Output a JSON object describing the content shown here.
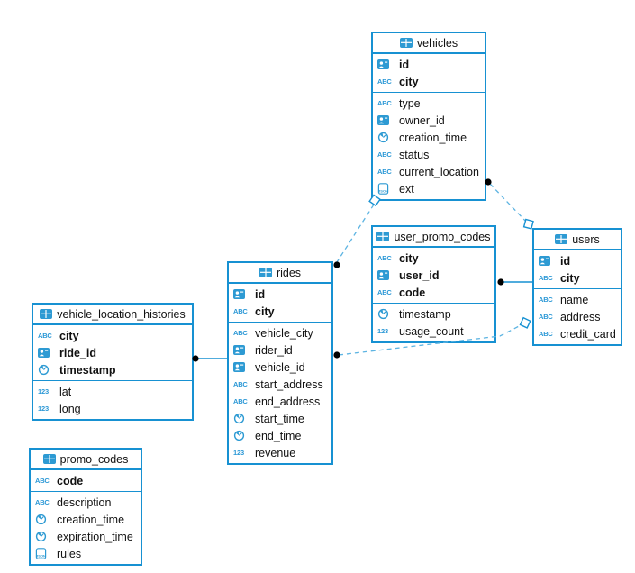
{
  "icon_labels": {
    "string": "ABC",
    "number": "123",
    "json": "JSON"
  },
  "colors": {
    "accent": "#1791d2",
    "relationship_dashed": "#5db4e2",
    "relationship_solid": "#1791d2",
    "icon_blue": "#2d9ad3",
    "marker_fill": "#ffffff",
    "dot": "#000000"
  },
  "tables": [
    {
      "name": "vehicles",
      "key_fields": [
        {
          "name": "id",
          "type": "id"
        },
        {
          "name": "city",
          "type": "string"
        }
      ],
      "fields": [
        {
          "name": "type",
          "type": "string"
        },
        {
          "name": "owner_id",
          "type": "id"
        },
        {
          "name": "creation_time",
          "type": "timestamp"
        },
        {
          "name": "status",
          "type": "string"
        },
        {
          "name": "current_location",
          "type": "string"
        },
        {
          "name": "ext",
          "type": "json"
        }
      ]
    },
    {
      "name": "user_promo_codes",
      "key_fields": [
        {
          "name": "city",
          "type": "string"
        },
        {
          "name": "user_id",
          "type": "id"
        },
        {
          "name": "code",
          "type": "string"
        }
      ],
      "fields": [
        {
          "name": "timestamp",
          "type": "timestamp"
        },
        {
          "name": "usage_count",
          "type": "number"
        }
      ]
    },
    {
      "name": "users",
      "key_fields": [
        {
          "name": "id",
          "type": "id"
        },
        {
          "name": "city",
          "type": "string"
        }
      ],
      "fields": [
        {
          "name": "name",
          "type": "string"
        },
        {
          "name": "address",
          "type": "string"
        },
        {
          "name": "credit_card",
          "type": "string"
        }
      ]
    },
    {
      "name": "rides",
      "key_fields": [
        {
          "name": "id",
          "type": "id"
        },
        {
          "name": "city",
          "type": "string"
        }
      ],
      "fields": [
        {
          "name": "vehicle_city",
          "type": "string"
        },
        {
          "name": "rider_id",
          "type": "id"
        },
        {
          "name": "vehicle_id",
          "type": "id"
        },
        {
          "name": "start_address",
          "type": "string"
        },
        {
          "name": "end_address",
          "type": "string"
        },
        {
          "name": "start_time",
          "type": "timestamp"
        },
        {
          "name": "end_time",
          "type": "timestamp"
        },
        {
          "name": "revenue",
          "type": "number"
        }
      ]
    },
    {
      "name": "vehicle_location_histories",
      "key_fields": [
        {
          "name": "city",
          "type": "string"
        },
        {
          "name": "ride_id",
          "type": "id"
        },
        {
          "name": "timestamp",
          "type": "timestamp"
        }
      ],
      "fields": [
        {
          "name": "lat",
          "type": "number"
        },
        {
          "name": "long",
          "type": "number"
        }
      ]
    },
    {
      "name": "promo_codes",
      "key_fields": [
        {
          "name": "code",
          "type": "string"
        }
      ],
      "fields": [
        {
          "name": "description",
          "type": "string"
        },
        {
          "name": "creation_time",
          "type": "timestamp"
        },
        {
          "name": "expiration_time",
          "type": "timestamp"
        },
        {
          "name": "rules",
          "type": "json"
        }
      ]
    }
  ],
  "relationships": [
    {
      "from": "rides",
      "to": "vehicles",
      "style": "dashed"
    },
    {
      "from": "vehicles",
      "to": "users",
      "style": "dashed"
    },
    {
      "from": "rides",
      "to": "users",
      "style": "dashed"
    },
    {
      "from": "user_promo_codes",
      "to": "users",
      "style": "solid"
    },
    {
      "from": "vehicle_location_histories",
      "to": "rides",
      "style": "solid"
    }
  ]
}
